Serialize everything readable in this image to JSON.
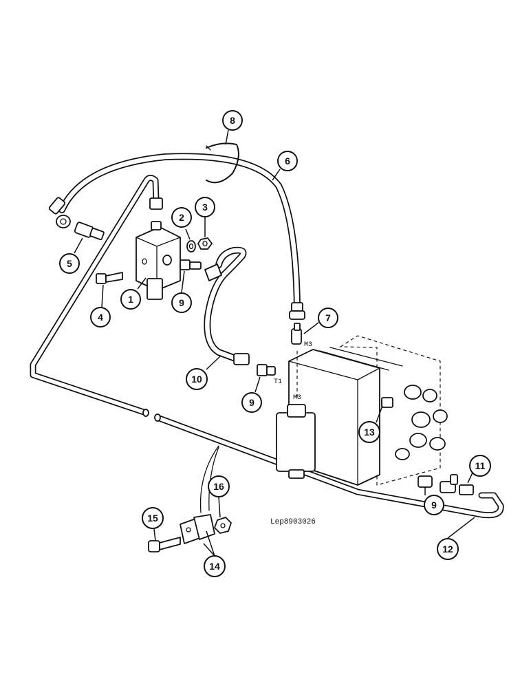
{
  "callouts": [
    {
      "id": "1",
      "label": "1"
    },
    {
      "id": "2",
      "label": "2"
    },
    {
      "id": "3",
      "label": "3"
    },
    {
      "id": "4",
      "label": "4"
    },
    {
      "id": "5",
      "label": "5"
    },
    {
      "id": "6",
      "label": "6"
    },
    {
      "id": "7",
      "label": "7"
    },
    {
      "id": "8",
      "label": "8"
    },
    {
      "id": "9a",
      "label": "9"
    },
    {
      "id": "9b",
      "label": "9"
    },
    {
      "id": "9c",
      "label": "9"
    },
    {
      "id": "10",
      "label": "10"
    },
    {
      "id": "11",
      "label": "11"
    },
    {
      "id": "12",
      "label": "12"
    },
    {
      "id": "13",
      "label": "13"
    },
    {
      "id": "14",
      "label": "14"
    },
    {
      "id": "15",
      "label": "15"
    },
    {
      "id": "16",
      "label": "16"
    }
  ],
  "port_labels": {
    "m3_fitting": "M3",
    "m3_block": "M3",
    "t1": "T1"
  },
  "reference": "Lep8903026"
}
